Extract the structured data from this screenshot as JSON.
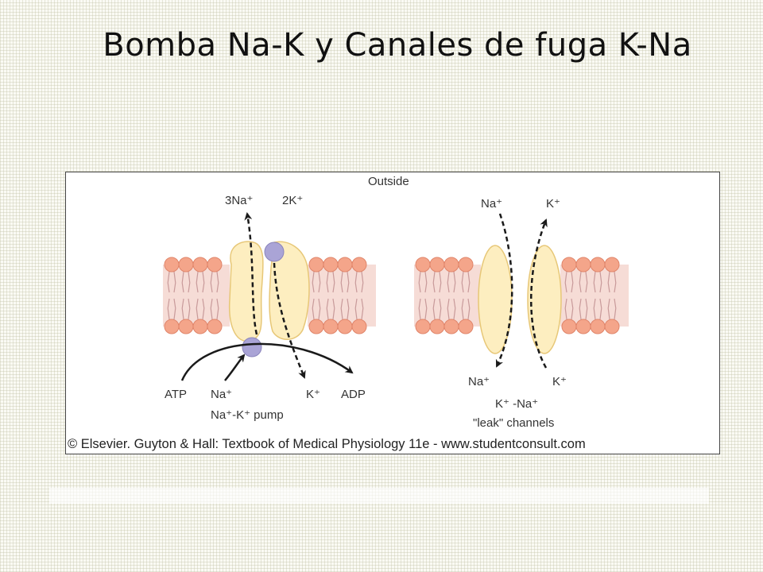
{
  "slide": {
    "title": "Bomba Na-K y Canales de fuga K-Na"
  },
  "figure": {
    "outside_label": "Outside",
    "pump": {
      "top_left": "3Na⁺",
      "top_right": "2K⁺",
      "atp": "ATP",
      "na_in": "Na⁺",
      "k_out": "K⁺",
      "adp": "ADP",
      "caption": "Na⁺-K⁺ pump"
    },
    "leak": {
      "top_left": "Na⁺",
      "top_right": "K⁺",
      "bottom_left": "Na⁺",
      "bottom_right": "K⁺",
      "caption_line1": "K⁺ -Na⁺",
      "caption_line2": "\"leak\" channels"
    },
    "credit": "© Elsevier. Guyton & Hall: Textbook of Medical Physiology 11e - www.studentconsult.com"
  },
  "colors": {
    "lipid_head": "#f4a58a",
    "lipid_head_stroke": "#e0856a",
    "bilayer_fill": "#f6dcd6",
    "protein": "#fdeec0",
    "protein_stroke": "#e7c777",
    "binding_site": "#aaa4d6",
    "arrow": "#1a1a1a"
  }
}
